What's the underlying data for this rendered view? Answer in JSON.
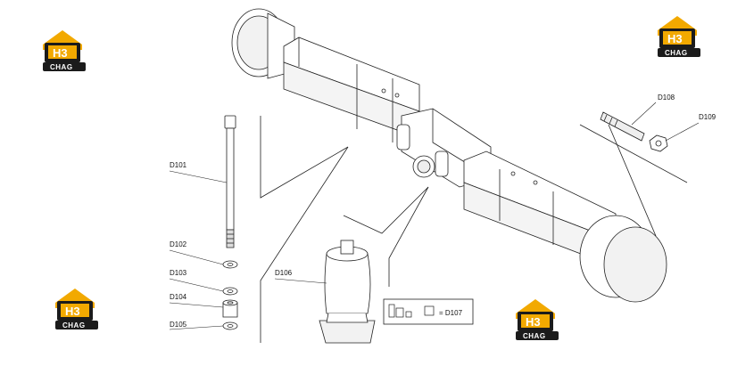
{
  "labels": {
    "d101": "D101",
    "d102": "D102",
    "d103": "D103",
    "d104": "D104",
    "d105": "D105",
    "d106": "D106",
    "d107": "= D107",
    "d108": "D108",
    "d109": "D109"
  },
  "watermark": {
    "text_top": "H3",
    "text_bottom": "CHAG",
    "colors": {
      "roof": "#f2a900",
      "dark": "#1b1b1b",
      "white": "#ffffff"
    }
  },
  "colors": {
    "line": "#222222",
    "fill": "#ffffff",
    "shade": "#e8e8e8",
    "background": "#ffffff"
  }
}
